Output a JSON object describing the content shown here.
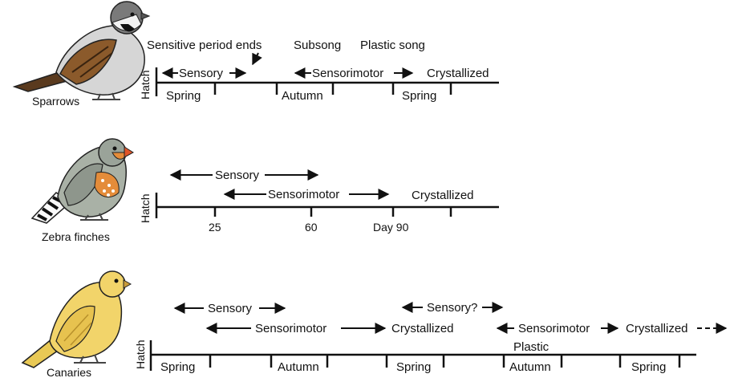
{
  "sparrows": {
    "name": "Sparrows",
    "hatch": "Hatch",
    "annotations": {
      "sensitive_period": "Sensitive period ends",
      "subsong": "Subsong",
      "plastic_song": "Plastic song"
    },
    "phases": {
      "sensory": "Sensory",
      "sensorimotor": "Sensorimotor",
      "crystallized": "Crystallized"
    },
    "seasons": [
      "Spring",
      "Autumn",
      "Spring"
    ]
  },
  "zebra": {
    "name": "Zebra finches",
    "hatch": "Hatch",
    "phases": {
      "sensory": "Sensory",
      "sensorimotor": "Sensorimotor",
      "crystallized": "Crystallized"
    },
    "ticks": [
      "25",
      "60",
      "Day 90"
    ]
  },
  "canaries": {
    "name": "Canaries",
    "hatch": "Hatch",
    "phases": {
      "sensory": "Sensory",
      "sensorimotor": "Sensorimotor",
      "crystallized": "Crystallized",
      "sensory_q": "Sensory?",
      "sensorimotor2": "Sensorimotor",
      "crystallized2": "Crystallized",
      "plastic": "Plastic"
    },
    "seasons": [
      "Spring",
      "Autumn",
      "Spring",
      "Autumn",
      "Spring"
    ]
  },
  "colors": {
    "ink": "#111111",
    "sparrow_brown": "#8b5a2b",
    "zebra_grey": "#a9b1a6",
    "zebra_orange": "#e48c3a",
    "canary_yellow": "#f2d46a"
  }
}
